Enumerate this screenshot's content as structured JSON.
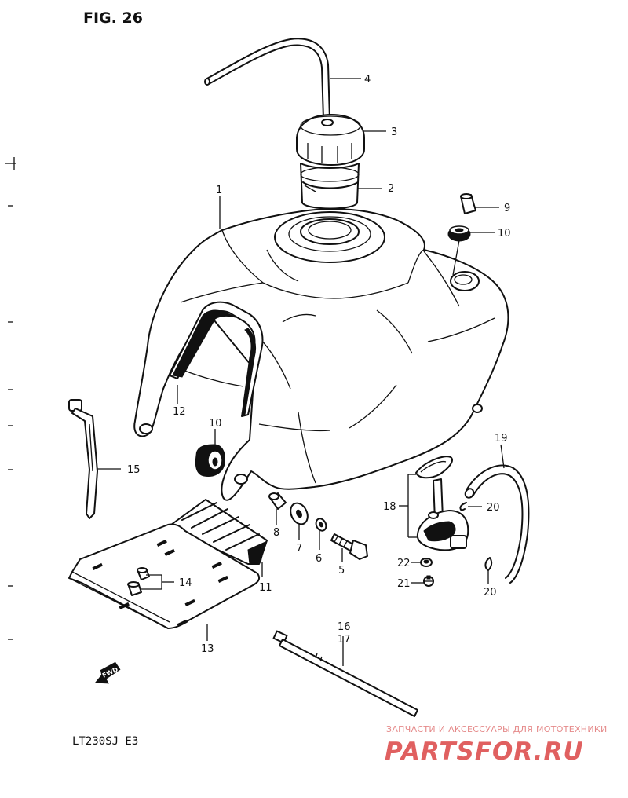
{
  "figure": {
    "title": "FIG. 26",
    "model": "LT230SJ E3",
    "forward_marker": "FWD"
  },
  "parts": [
    {
      "id": "1",
      "label": "1"
    },
    {
      "id": "2",
      "label": "2"
    },
    {
      "id": "3",
      "label": "3"
    },
    {
      "id": "4",
      "label": "4"
    },
    {
      "id": "5",
      "label": "5"
    },
    {
      "id": "6",
      "label": "6"
    },
    {
      "id": "7",
      "label": "7"
    },
    {
      "id": "8",
      "label": "8"
    },
    {
      "id": "9",
      "label": "9"
    },
    {
      "id": "10a",
      "label": "10"
    },
    {
      "id": "10b",
      "label": "10"
    },
    {
      "id": "11",
      "label": "11"
    },
    {
      "id": "12",
      "label": "12"
    },
    {
      "id": "13",
      "label": "13"
    },
    {
      "id": "14",
      "label": "14"
    },
    {
      "id": "15",
      "label": "15"
    },
    {
      "id": "16",
      "label": "16"
    },
    {
      "id": "17",
      "label": "17"
    },
    {
      "id": "18",
      "label": "18"
    },
    {
      "id": "19",
      "label": "19"
    },
    {
      "id": "20a",
      "label": "20"
    },
    {
      "id": "20b",
      "label": "20"
    },
    {
      "id": "21",
      "label": "21"
    },
    {
      "id": "22",
      "label": "22"
    }
  ],
  "watermark": {
    "tagline": "ЗАПЧАСТИ И АКСЕССУАРЫ ДЛЯ МОТОТЕХНИКИ",
    "brand": "PARTSFOR.RU"
  }
}
